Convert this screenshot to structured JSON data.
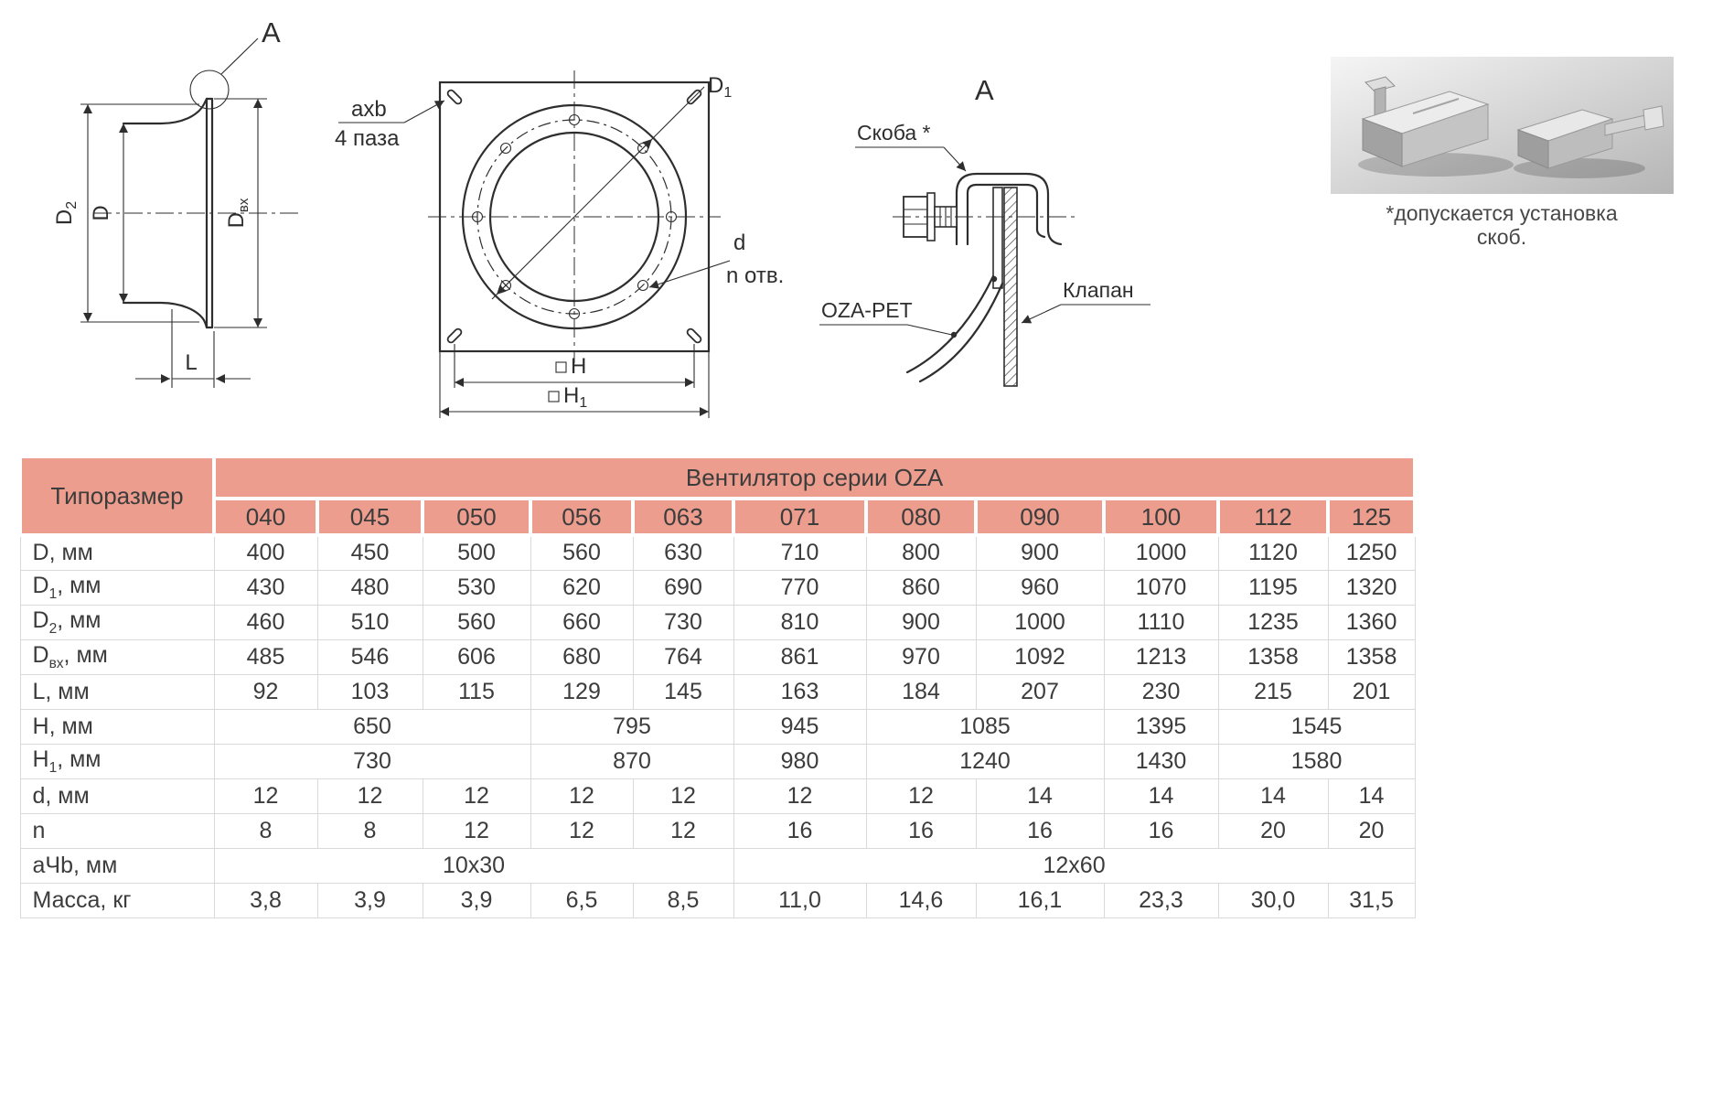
{
  "drawings": {
    "side_view": {
      "callout_label": "A",
      "dim_d2_base": "D",
      "dim_d2_sub": "2",
      "dim_d_label": "D",
      "dim_dvx_base": "D",
      "dim_dvx_sub": "вх",
      "dim_l_label": "L"
    },
    "front_view": {
      "slot_note_line1": "axb",
      "slot_note_line2": "4 паза",
      "d1_base": "D",
      "d1_sub": "1",
      "holes_line1": "d",
      "holes_line2": "n отв.",
      "h_label": "H",
      "h1_base": "H",
      "h1_sub": "1"
    },
    "detail_a": {
      "title": "А",
      "label_clamp": "Скоба *",
      "label_body": "OZA-PET",
      "label_valve": "Клапан"
    },
    "photo_caption_line1": "*допускается установка",
    "photo_caption_line2": "скоб."
  },
  "table": {
    "corner_label": "Типоразмер",
    "series_label": "Вентилятор серии OZA",
    "sizes": [
      "040",
      "045",
      "050",
      "056",
      "063",
      "071",
      "080",
      "090",
      "100",
      "112",
      "125"
    ],
    "rows": [
      {
        "label": {
          "base": "D",
          "sub": "",
          "suffix": ", мм"
        },
        "cells": [
          {
            "v": "400"
          },
          {
            "v": "450"
          },
          {
            "v": "500"
          },
          {
            "v": "560"
          },
          {
            "v": "630"
          },
          {
            "v": "710"
          },
          {
            "v": "800"
          },
          {
            "v": "900"
          },
          {
            "v": "1000"
          },
          {
            "v": "1120"
          },
          {
            "v": "1250"
          }
        ]
      },
      {
        "label": {
          "base": "D",
          "sub": "1",
          "suffix": ", мм"
        },
        "cells": [
          {
            "v": "430"
          },
          {
            "v": "480"
          },
          {
            "v": "530"
          },
          {
            "v": "620"
          },
          {
            "v": "690"
          },
          {
            "v": "770"
          },
          {
            "v": "860"
          },
          {
            "v": "960"
          },
          {
            "v": "1070"
          },
          {
            "v": "1195"
          },
          {
            "v": "1320"
          }
        ]
      },
      {
        "label": {
          "base": "D",
          "sub": "2",
          "suffix": ", мм"
        },
        "cells": [
          {
            "v": "460"
          },
          {
            "v": "510"
          },
          {
            "v": "560"
          },
          {
            "v": "660"
          },
          {
            "v": "730"
          },
          {
            "v": "810"
          },
          {
            "v": "900"
          },
          {
            "v": "1000"
          },
          {
            "v": "1110"
          },
          {
            "v": "1235"
          },
          {
            "v": "1360"
          }
        ]
      },
      {
        "label": {
          "base": "D",
          "sub": "вх",
          "suffix": ", мм"
        },
        "cells": [
          {
            "v": "485"
          },
          {
            "v": "546"
          },
          {
            "v": "606"
          },
          {
            "v": "680"
          },
          {
            "v": "764"
          },
          {
            "v": "861"
          },
          {
            "v": "970"
          },
          {
            "v": "1092"
          },
          {
            "v": "1213"
          },
          {
            "v": "1358"
          },
          {
            "v": "1358"
          }
        ]
      },
      {
        "label": {
          "base": "L",
          "sub": "",
          "suffix": ", мм"
        },
        "cells": [
          {
            "v": "92"
          },
          {
            "v": "103"
          },
          {
            "v": "115"
          },
          {
            "v": "129"
          },
          {
            "v": "145"
          },
          {
            "v": "163"
          },
          {
            "v": "184"
          },
          {
            "v": "207"
          },
          {
            "v": "230"
          },
          {
            "v": "215"
          },
          {
            "v": "201"
          }
        ]
      },
      {
        "label": {
          "base": "H",
          "sub": "",
          "suffix": ", мм"
        },
        "cells": [
          {
            "v": "650",
            "span": 3
          },
          {
            "v": "795",
            "span": 2
          },
          {
            "v": "945"
          },
          {
            "v": "1085",
            "span": 2
          },
          {
            "v": "1395"
          },
          {
            "v": "1545",
            "span": 2
          }
        ]
      },
      {
        "label": {
          "base": "H",
          "sub": "1",
          "suffix": ", мм"
        },
        "cells": [
          {
            "v": "730",
            "span": 3
          },
          {
            "v": "870",
            "span": 2
          },
          {
            "v": "980"
          },
          {
            "v": "1240",
            "span": 2
          },
          {
            "v": "1430"
          },
          {
            "v": "1580",
            "span": 2
          }
        ]
      },
      {
        "label": {
          "base": "d",
          "sub": "",
          "suffix": ", мм"
        },
        "cells": [
          {
            "v": "12"
          },
          {
            "v": "12"
          },
          {
            "v": "12"
          },
          {
            "v": "12"
          },
          {
            "v": "12"
          },
          {
            "v": "12"
          },
          {
            "v": "12"
          },
          {
            "v": "14"
          },
          {
            "v": "14"
          },
          {
            "v": "14"
          },
          {
            "v": "14"
          }
        ]
      },
      {
        "label": {
          "base": "n",
          "sub": "",
          "suffix": ""
        },
        "cells": [
          {
            "v": "8"
          },
          {
            "v": "8"
          },
          {
            "v": "12"
          },
          {
            "v": "12"
          },
          {
            "v": "12"
          },
          {
            "v": "16"
          },
          {
            "v": "16"
          },
          {
            "v": "16"
          },
          {
            "v": "16"
          },
          {
            "v": "20"
          },
          {
            "v": "20"
          }
        ]
      },
      {
        "label": {
          "base": "аЧb",
          "sub": "",
          "suffix": ", мм"
        },
        "cells": [
          {
            "v": "10x30",
            "span": 5
          },
          {
            "v": "12x60",
            "span": 6
          }
        ]
      },
      {
        "label": {
          "base": "Масса",
          "sub": "",
          "suffix": ", кг"
        },
        "cells": [
          {
            "v": "3,8"
          },
          {
            "v": "3,9"
          },
          {
            "v": "3,9"
          },
          {
            "v": "6,5"
          },
          {
            "v": "8,5"
          },
          {
            "v": "11,0"
          },
          {
            "v": "14,6"
          },
          {
            "v": "16,1"
          },
          {
            "v": "23,3"
          },
          {
            "v": "30,0"
          },
          {
            "v": "31,5"
          }
        ]
      }
    ]
  },
  "colors": {
    "accent": "#EC9D8D",
    "grid": "#D9D9D9",
    "ink": "#2E2E2E"
  }
}
